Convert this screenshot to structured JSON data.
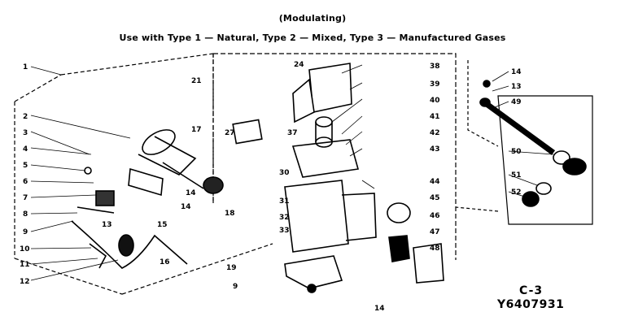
{
  "header": {
    "title": "(Modulating)",
    "subtitle": "Use with Type 1 — Natural, Type 2 — Mixed, Type 3 — Manufactured Gases"
  },
  "reference": {
    "page_code": "C-3",
    "part_code": "Y6407931"
  },
  "callouts": [
    "1",
    "2",
    "3",
    "4",
    "5",
    "6",
    "7",
    "8",
    "9",
    "10",
    "11",
    "12",
    "13",
    "14",
    "15",
    "16",
    "17",
    "18",
    "19",
    "9",
    "14",
    "21",
    "24",
    "27",
    "37",
    "38",
    "39",
    "40",
    "41",
    "42",
    "43",
    "44",
    "45",
    "30",
    "31",
    "32",
    "33",
    "46",
    "47",
    "48",
    "14",
    "13",
    "49",
    "50",
    "51",
    "52",
    "14"
  ]
}
